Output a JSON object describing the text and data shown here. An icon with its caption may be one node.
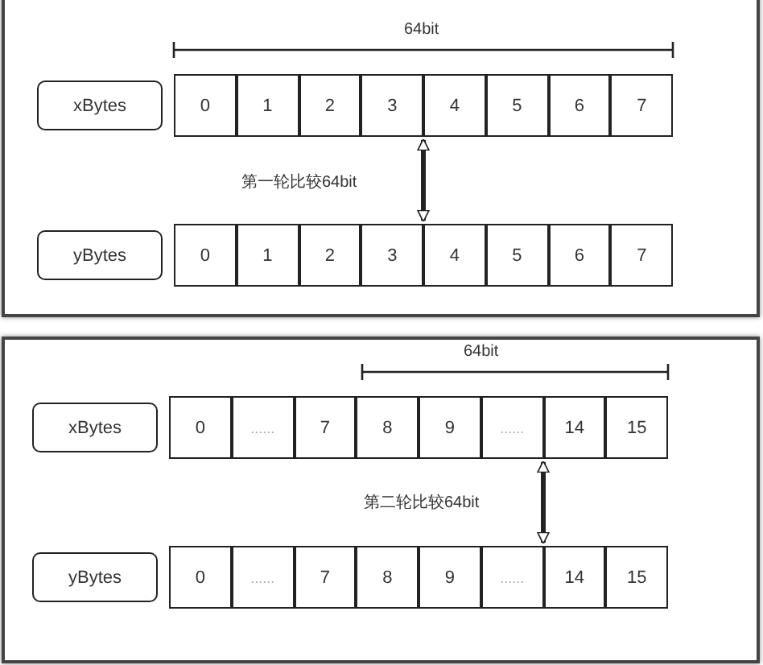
{
  "diagram": {
    "nodes": [
      {
        "text": [],
        "shape": "box"
      },
      {
        "text": [
          "xBytes"
        ],
        "in": 0
      },
      {
        "text": [
          "0"
        ],
        "in": 0
      },
      {
        "text": [
          "1"
        ],
        "in": 0
      },
      {
        "text": [
          "2"
        ],
        "in": 0
      },
      {
        "text": [
          "3"
        ],
        "in": 0
      },
      {
        "text": [
          "4"
        ],
        "in": 0
      },
      {
        "text": [
          "5"
        ],
        "in": 0
      },
      {
        "text": [
          "6"
        ],
        "in": 0
      },
      {
        "text": [
          "7"
        ],
        "in": 0
      },
      {
        "text": [
          "yBytes"
        ],
        "in": 0
      },
      {
        "text": [
          "0"
        ],
        "in": 0
      },
      {
        "text": [
          "1"
        ],
        "in": 0
      },
      {
        "text": [
          "2"
        ],
        "in": 0
      },
      {
        "text": [
          "3"
        ],
        "in": 0
      },
      {
        "text": [
          "4"
        ],
        "in": 0
      },
      {
        "text": [
          "5"
        ],
        "in": 0
      },
      {
        "text": [
          "6"
        ],
        "in": 0
      },
      {
        "text": [
          "7"
        ],
        "in": 0
      },
      {
        "text": [],
        "shape": "box"
      },
      {
        "text": [
          "xBytes"
        ],
        "in": 19
      },
      {
        "text": [
          "0"
        ],
        "in": 19
      },
      {
        "text": [
          "......"
        ],
        "in": 19
      },
      {
        "text": [
          "7"
        ],
        "in": 19
      },
      {
        "text": [
          "8"
        ],
        "in": 19
      },
      {
        "text": [
          "9"
        ],
        "in": 19
      },
      {
        "text": [
          "......"
        ],
        "in": 19
      },
      {
        "text": [
          "14"
        ],
        "in": 19
      },
      {
        "text": [
          "15"
        ],
        "in": 19
      },
      {
        "text": [
          "yBytes"
        ],
        "in": 19
      },
      {
        "text": [
          "0"
        ],
        "in": 19
      },
      {
        "text": [
          "......"
        ],
        "in": 19
      },
      {
        "text": [
          "7"
        ],
        "in": 19
      },
      {
        "text": [
          "8"
        ],
        "in": 19
      },
      {
        "text": [
          "9"
        ],
        "in": 19
      },
      {
        "text": [
          "......"
        ],
        "in": 19
      },
      {
        "text": [
          "14"
        ],
        "in": 19
      },
      {
        "text": [
          "15"
        ],
        "in": 19
      }
    ],
    "edges": [
      {
        "from": 5,
        "to": 14,
        "arrow": "both",
        "label": "第一轮比较64bit"
      },
      {
        "from": 26,
        "to": 35,
        "arrow": "both",
        "label": "第二轮比较64bit"
      }
    ],
    "labels": [
      "64bit",
      "64bit"
    ]
  }
}
